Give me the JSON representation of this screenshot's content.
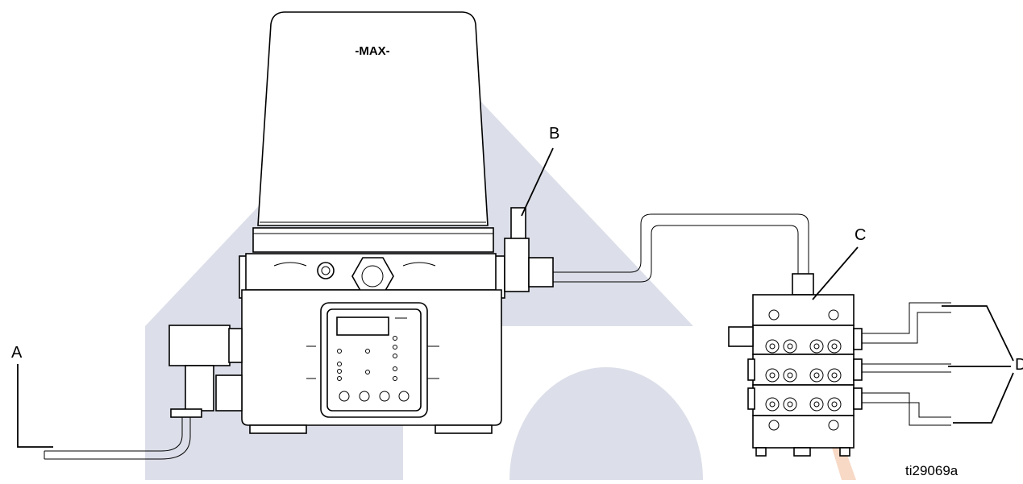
{
  "reservoir": {
    "label": "-MAX-"
  },
  "callouts": {
    "a": "A",
    "b": "B",
    "c": "C",
    "d": "D"
  },
  "figure_id": "ti29069a",
  "colors": {
    "watermark_gray": "#dcdfe9",
    "watermark_orange": "#f7d9c6",
    "line": "#000000"
  }
}
